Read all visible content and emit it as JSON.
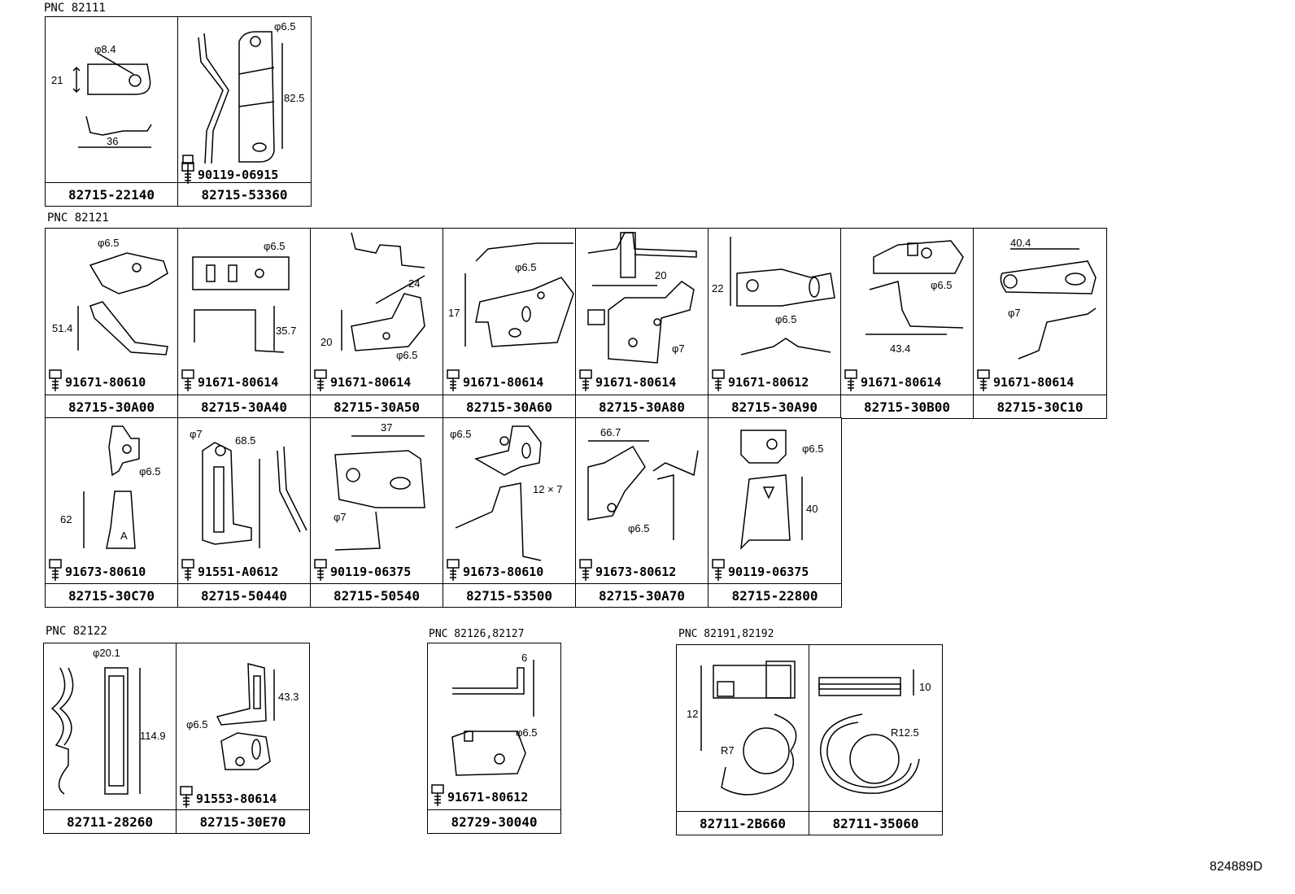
{
  "groups": [
    {
      "pnc": "PNC 82111",
      "cells": [
        {
          "part": "82715-22140",
          "bolt": "",
          "dims": [
            "φ8.4",
            "21",
            "36"
          ]
        },
        {
          "part": "82715-53360",
          "bolt": "90119-06915",
          "dims": [
            "φ6.5",
            "82.5"
          ]
        }
      ]
    },
    {
      "pnc": "PNC 82121",
      "cells": [
        {
          "part": "82715-30A00",
          "bolt": "91671-80610",
          "dims": [
            "φ6.5",
            "51.4"
          ]
        },
        {
          "part": "82715-30A40",
          "bolt": "91671-80614",
          "dims": [
            "φ6.5",
            "35.7"
          ]
        },
        {
          "part": "82715-30A50",
          "bolt": "91671-80614",
          "dims": [
            "24",
            "20",
            "φ6.5"
          ]
        },
        {
          "part": "82715-30A60",
          "bolt": "91671-80614",
          "dims": [
            "φ6.5",
            "17"
          ]
        },
        {
          "part": "82715-30A80",
          "bolt": "91671-80614",
          "dims": [
            "20",
            "φ7"
          ]
        },
        {
          "part": "82715-30A90",
          "bolt": "91671-80612",
          "dims": [
            "22",
            "φ6.5"
          ]
        },
        {
          "part": "82715-30B00",
          "bolt": "91671-80614",
          "dims": [
            "φ6.5",
            "43.4"
          ]
        },
        {
          "part": "82715-30C10",
          "bolt": "91671-80614",
          "dims": [
            "40.4",
            "φ7"
          ]
        },
        {
          "part": "82715-30C70",
          "bolt": "91673-80610",
          "dims": [
            "φ6.5",
            "62",
            "A"
          ]
        },
        {
          "part": "82715-50440",
          "bolt": "91551-A0612",
          "dims": [
            "φ7",
            "68.5"
          ]
        },
        {
          "part": "82715-50540",
          "bolt": "90119-06375",
          "dims": [
            "37",
            "φ7"
          ]
        },
        {
          "part": "82715-53500",
          "bolt": "91673-80610",
          "dims": [
            "φ6.5",
            "12 × 7"
          ]
        },
        {
          "part": "82715-30A70",
          "bolt": "91673-80612",
          "dims": [
            "66.7",
            "φ6.5"
          ]
        },
        {
          "part": "82715-22800",
          "bolt": "90119-06375",
          "dims": [
            "φ6.5",
            "40"
          ]
        }
      ]
    },
    {
      "pnc": "PNC 82122",
      "cells": [
        {
          "part": "82711-28260",
          "bolt": "",
          "dims": [
            "φ20.1",
            "114.9"
          ]
        },
        {
          "part": "82715-30E70",
          "bolt": "91553-80614",
          "dims": [
            "43.3",
            "φ6.5"
          ]
        }
      ]
    },
    {
      "pnc": "PNC 82126,82127",
      "cells": [
        {
          "part": "82729-30040",
          "bolt": "91671-80612",
          "dims": [
            "6",
            "φ6.5"
          ]
        }
      ]
    },
    {
      "pnc": "PNC 82191,82192",
      "cells": [
        {
          "part": "82711-2B660",
          "bolt": "",
          "dims": [
            "12",
            "R7"
          ]
        },
        {
          "part": "82711-35060",
          "bolt": "",
          "dims": [
            "10",
            "R12.5"
          ]
        }
      ]
    }
  ],
  "reference": "824889D"
}
